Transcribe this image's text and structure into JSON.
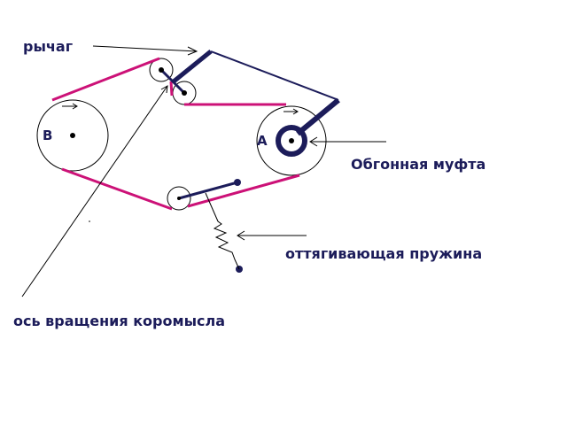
{
  "labels": {
    "lever": "рычаг",
    "overrunning_clutch": "Обгонная муфта",
    "tension_spring": "оттягивающая пружина",
    "rocker_axis": "ось вращения коромысла",
    "pulley_a": "A",
    "pulley_b": "B"
  },
  "colors": {
    "belt": "#cc1177",
    "lever": "#1c1c5a",
    "line": "#000000"
  }
}
